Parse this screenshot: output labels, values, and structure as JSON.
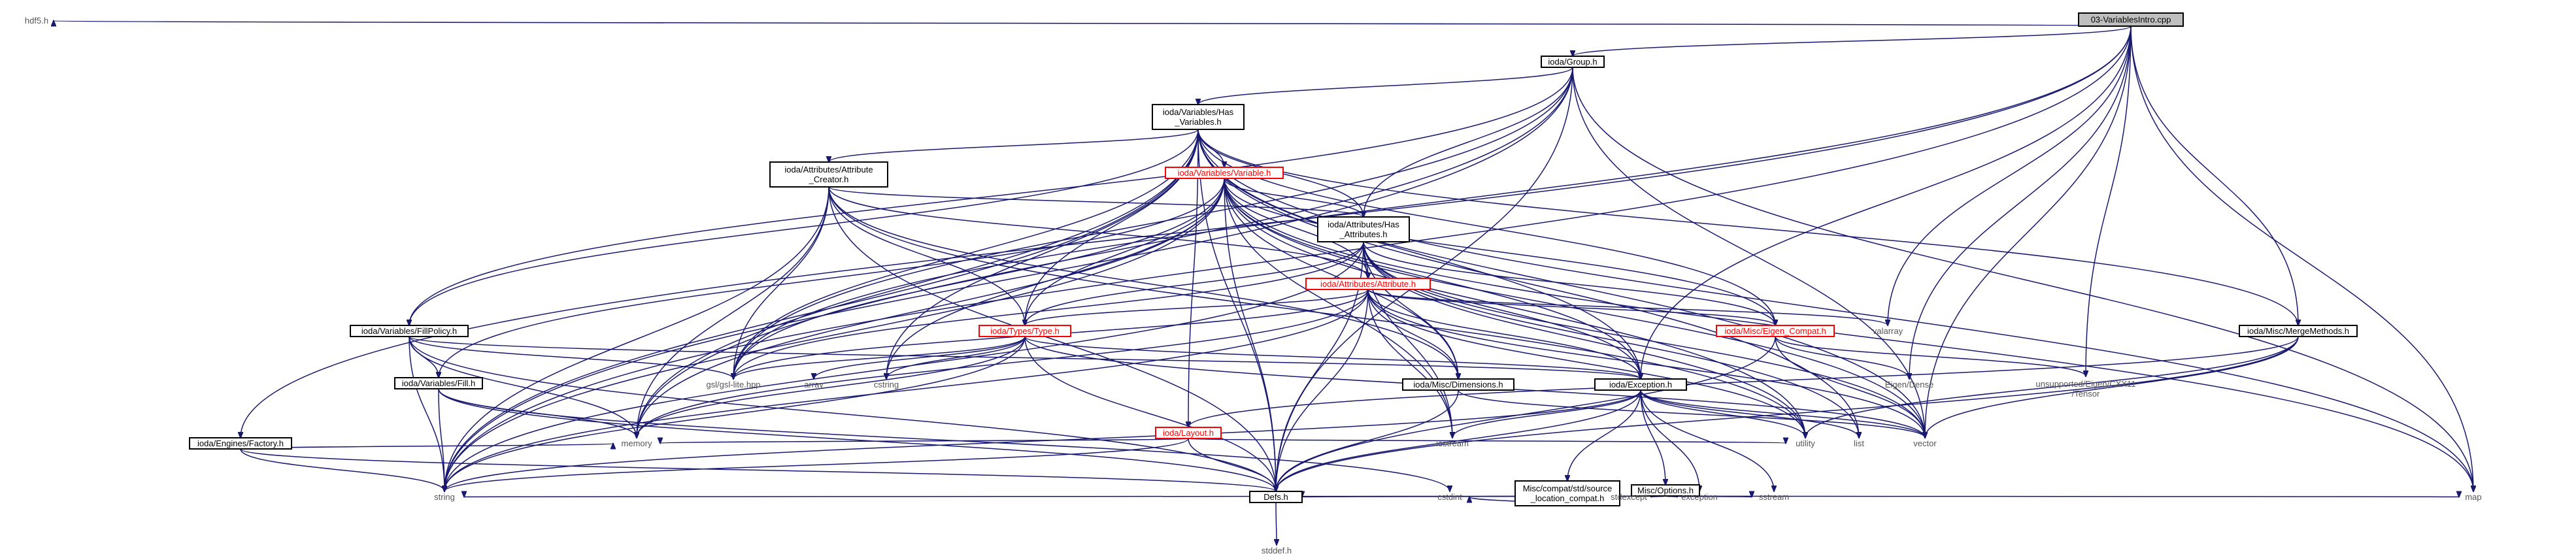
{
  "diagram": {
    "root": "03-VariablesIntro.cpp",
    "nodes": [
      {
        "id": "root",
        "lines": [
          "03-VariablesIntro.cpp"
        ],
        "kind": "root"
      },
      {
        "id": "hdf5",
        "lines": [
          "hdf5.h"
        ],
        "kind": "system"
      },
      {
        "id": "group",
        "lines": [
          "ioda/Group.h"
        ],
        "kind": "file"
      },
      {
        "id": "hasvars",
        "lines": [
          "ioda/Variables/Has",
          "_Variables.h"
        ],
        "kind": "file"
      },
      {
        "id": "attrcreator",
        "lines": [
          "ioda/Attributes/Attribute",
          "_Creator.h"
        ],
        "kind": "file"
      },
      {
        "id": "variable",
        "lines": [
          "ioda/Variables/Variable.h"
        ],
        "kind": "red"
      },
      {
        "id": "hasattrs",
        "lines": [
          "ioda/Attributes/Has",
          "_Attributes.h"
        ],
        "kind": "file"
      },
      {
        "id": "attribute",
        "lines": [
          "ioda/Attributes/Attribute.h"
        ],
        "kind": "red"
      },
      {
        "id": "fillpolicy",
        "lines": [
          "ioda/Variables/FillPolicy.h"
        ],
        "kind": "file"
      },
      {
        "id": "type",
        "lines": [
          "ioda/Types/Type.h"
        ],
        "kind": "red"
      },
      {
        "id": "eigencompat",
        "lines": [
          "ioda/Misc/Eigen_Compat.h"
        ],
        "kind": "red"
      },
      {
        "id": "valarray",
        "lines": [
          "valarray"
        ],
        "kind": "system"
      },
      {
        "id": "mergemethods",
        "lines": [
          "ioda/Misc/MergeMethods.h"
        ],
        "kind": "file"
      },
      {
        "id": "fill",
        "lines": [
          "ioda/Variables/Fill.h"
        ],
        "kind": "file"
      },
      {
        "id": "gsl",
        "lines": [
          "gsl/gsl-lite.hpp"
        ],
        "kind": "system"
      },
      {
        "id": "array",
        "lines": [
          "array"
        ],
        "kind": "system"
      },
      {
        "id": "cstring",
        "lines": [
          "cstring"
        ],
        "kind": "system"
      },
      {
        "id": "layout",
        "lines": [
          "ioda/Layout.h"
        ],
        "kind": "red"
      },
      {
        "id": "dimensions",
        "lines": [
          "ioda/Misc/Dimensions.h"
        ],
        "kind": "file"
      },
      {
        "id": "exception",
        "lines": [
          "ioda/Exception.h"
        ],
        "kind": "file"
      },
      {
        "id": "eigendense",
        "lines": [
          "Eigen/Dense"
        ],
        "kind": "system"
      },
      {
        "id": "tensor",
        "lines": [
          "unsupported/Eigen/CXX11",
          "/Tensor"
        ],
        "kind": "system"
      },
      {
        "id": "factory",
        "lines": [
          "ioda/Engines/Factory.h"
        ],
        "kind": "file"
      },
      {
        "id": "memory",
        "lines": [
          "memory"
        ],
        "kind": "system"
      },
      {
        "id": "iostream",
        "lines": [
          "iostream"
        ],
        "kind": "system"
      },
      {
        "id": "utility",
        "lines": [
          "utility"
        ],
        "kind": "system"
      },
      {
        "id": "list",
        "lines": [
          "list"
        ],
        "kind": "system"
      },
      {
        "id": "vector",
        "lines": [
          "vector"
        ],
        "kind": "system"
      },
      {
        "id": "srcloc",
        "lines": [
          "Misc/compat/std/source",
          "_location_compat.h"
        ],
        "kind": "file"
      },
      {
        "id": "options",
        "lines": [
          "Misc/Options.h"
        ],
        "kind": "file"
      },
      {
        "id": "string",
        "lines": [
          "string"
        ],
        "kind": "system"
      },
      {
        "id": "defs",
        "lines": [
          "Defs.h"
        ],
        "kind": "file"
      },
      {
        "id": "cstdint",
        "lines": [
          "cstdint"
        ],
        "kind": "system"
      },
      {
        "id": "stdexcept",
        "lines": [
          "stdexcept"
        ],
        "kind": "system"
      },
      {
        "id": "exception_std",
        "lines": [
          "exception"
        ],
        "kind": "system"
      },
      {
        "id": "sstream",
        "lines": [
          "sstream"
        ],
        "kind": "system"
      },
      {
        "id": "map",
        "lines": [
          "map"
        ],
        "kind": "system"
      },
      {
        "id": "stddef",
        "lines": [
          "stddef.h"
        ],
        "kind": "system"
      }
    ],
    "edges": [
      [
        "root",
        "hdf5"
      ],
      [
        "root",
        "group"
      ],
      [
        "root",
        "string"
      ],
      [
        "root",
        "factory"
      ],
      [
        "root",
        "gsl"
      ],
      [
        "root",
        "valarray"
      ],
      [
        "root",
        "exception"
      ],
      [
        "root",
        "tensor"
      ],
      [
        "root",
        "eigendense"
      ],
      [
        "root",
        "vector"
      ],
      [
        "root",
        "map"
      ],
      [
        "root",
        "mergemethods"
      ],
      [
        "group",
        "hasvars"
      ],
      [
        "group",
        "hasattrs"
      ],
      [
        "group",
        "fillpolicy"
      ],
      [
        "group",
        "memory"
      ],
      [
        "group",
        "gsl"
      ],
      [
        "group",
        "string"
      ],
      [
        "group",
        "vector"
      ],
      [
        "group",
        "map"
      ],
      [
        "group",
        "defs"
      ],
      [
        "hasvars",
        "attrcreator"
      ],
      [
        "hasvars",
        "variable"
      ],
      [
        "hasvars",
        "hasattrs"
      ],
      [
        "hasvars",
        "fillpolicy"
      ],
      [
        "hasvars",
        "type"
      ],
      [
        "hasvars",
        "layout"
      ],
      [
        "hasvars",
        "eigencompat"
      ],
      [
        "hasvars",
        "mergemethods"
      ],
      [
        "hasvars",
        "gsl"
      ],
      [
        "hasvars",
        "cstring"
      ],
      [
        "hasvars",
        "memory"
      ],
      [
        "hasvars",
        "string"
      ],
      [
        "hasvars",
        "vector"
      ],
      [
        "hasvars",
        "list"
      ],
      [
        "hasvars",
        "map"
      ],
      [
        "hasvars",
        "exception"
      ],
      [
        "hasvars",
        "defs"
      ],
      [
        "attrcreator",
        "hasattrs"
      ],
      [
        "attrcreator",
        "attribute"
      ],
      [
        "attrcreator",
        "type"
      ],
      [
        "attrcreator",
        "dimensions"
      ],
      [
        "attrcreator",
        "gsl"
      ],
      [
        "attrcreator",
        "memory"
      ],
      [
        "attrcreator",
        "string"
      ],
      [
        "attrcreator",
        "utility"
      ],
      [
        "attrcreator",
        "defs"
      ],
      [
        "variable",
        "hasattrs"
      ],
      [
        "variable",
        "attribute"
      ],
      [
        "variable",
        "type"
      ],
      [
        "variable",
        "eigencompat"
      ],
      [
        "variable",
        "fill"
      ],
      [
        "variable",
        "dimensions"
      ],
      [
        "variable",
        "exception"
      ],
      [
        "variable",
        "gsl"
      ],
      [
        "variable",
        "string"
      ],
      [
        "variable",
        "vector"
      ],
      [
        "variable",
        "map"
      ],
      [
        "variable",
        "memory"
      ],
      [
        "variable",
        "iostream"
      ],
      [
        "variable",
        "defs"
      ],
      [
        "variable",
        "cstring"
      ],
      [
        "variable",
        "utility"
      ],
      [
        "hasattrs",
        "attribute"
      ],
      [
        "hasattrs",
        "type"
      ],
      [
        "hasattrs",
        "eigencompat"
      ],
      [
        "hasattrs",
        "dimensions"
      ],
      [
        "hasattrs",
        "exception"
      ],
      [
        "hasattrs",
        "gsl"
      ],
      [
        "hasattrs",
        "string"
      ],
      [
        "hasattrs",
        "vector"
      ],
      [
        "hasattrs",
        "iostream"
      ],
      [
        "hasattrs",
        "defs"
      ],
      [
        "hasattrs",
        "list"
      ],
      [
        "hasattrs",
        "utility"
      ],
      [
        "attribute",
        "type"
      ],
      [
        "attribute",
        "eigencompat"
      ],
      [
        "attribute",
        "dimensions"
      ],
      [
        "attribute",
        "exception"
      ],
      [
        "attribute",
        "gsl"
      ],
      [
        "attribute",
        "valarray"
      ],
      [
        "attribute",
        "string"
      ],
      [
        "attribute",
        "memory"
      ],
      [
        "attribute",
        "iostream"
      ],
      [
        "attribute",
        "vector"
      ],
      [
        "attribute",
        "defs"
      ],
      [
        "attribute",
        "utility"
      ],
      [
        "fillpolicy",
        "fill"
      ],
      [
        "fillpolicy",
        "exception"
      ],
      [
        "fillpolicy",
        "gsl"
      ],
      [
        "fillpolicy",
        "memory"
      ],
      [
        "fillpolicy",
        "string"
      ],
      [
        "fillpolicy",
        "defs"
      ],
      [
        "type",
        "gsl"
      ],
      [
        "type",
        "array"
      ],
      [
        "type",
        "cstring"
      ],
      [
        "type",
        "exception"
      ],
      [
        "type",
        "memory"
      ],
      [
        "type",
        "string"
      ],
      [
        "type",
        "vector"
      ],
      [
        "type",
        "defs"
      ],
      [
        "eigencompat",
        "eigendense"
      ],
      [
        "eigencompat",
        "tensor"
      ],
      [
        "eigencompat",
        "vector"
      ],
      [
        "eigencompat",
        "defs"
      ],
      [
        "mergemethods",
        "layout"
      ],
      [
        "mergemethods",
        "vector"
      ],
      [
        "mergemethods",
        "utility"
      ],
      [
        "mergemethods",
        "defs"
      ],
      [
        "fill",
        "string"
      ],
      [
        "fill",
        "memory"
      ],
      [
        "fill",
        "defs"
      ],
      [
        "fill",
        "cstdint"
      ],
      [
        "layout",
        "memory"
      ],
      [
        "layout",
        "string"
      ],
      [
        "layout",
        "defs"
      ],
      [
        "layout",
        "utility"
      ],
      [
        "dimensions",
        "defs"
      ],
      [
        "dimensions",
        "vector"
      ],
      [
        "exception",
        "srcloc"
      ],
      [
        "exception",
        "options"
      ],
      [
        "exception",
        "iostream"
      ],
      [
        "exception",
        "utility"
      ],
      [
        "exception",
        "list"
      ],
      [
        "exception",
        "vector"
      ],
      [
        "exception",
        "string"
      ],
      [
        "exception",
        "defs"
      ],
      [
        "exception",
        "exception_std"
      ],
      [
        "exception",
        "sstream"
      ],
      [
        "options",
        "string"
      ],
      [
        "options",
        "map"
      ],
      [
        "options",
        "stdexcept"
      ],
      [
        "options",
        "exception_std"
      ],
      [
        "options",
        "sstream"
      ],
      [
        "options",
        "defs"
      ],
      [
        "srcloc",
        "cstdint"
      ],
      [
        "factory",
        "string"
      ],
      [
        "factory",
        "memory"
      ],
      [
        "factory",
        "defs"
      ],
      [
        "defs",
        "stddef"
      ]
    ]
  }
}
